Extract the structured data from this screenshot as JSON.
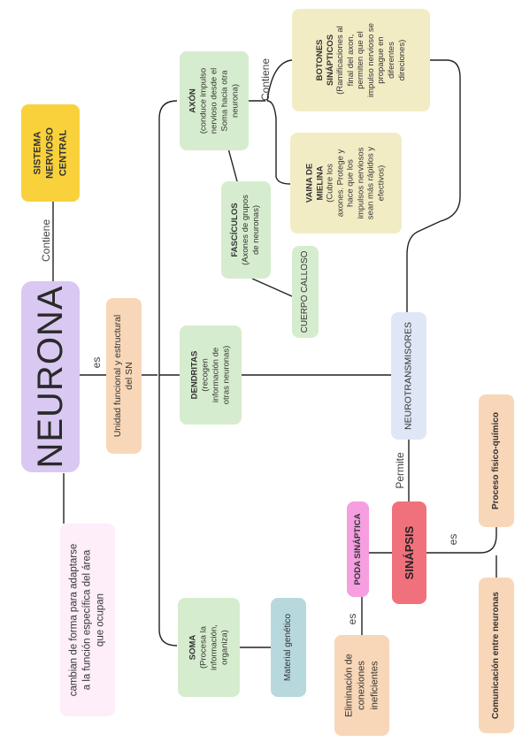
{
  "colors": {
    "neurona": "#d9c8f2",
    "sistema": "#f9d13b",
    "peach": "#f8d7b8",
    "green": "#d6ecce",
    "yellow": "#f2ecc5",
    "lavender": "#dfe7f7",
    "teal": "#b7d9de",
    "red": "#f0717b",
    "pink": "#f59ee0",
    "pinkLight": "#fdeefa",
    "line": "#222222"
  },
  "nodes": {
    "neurona": "NEURONA",
    "sistema": [
      "SISTEMA",
      "NERVIOSO",
      "CENTRAL"
    ],
    "unidad": [
      "Unidad funcional y estructural",
      "del SN"
    ],
    "cambian": [
      "cambian de forma para adaptarse",
      "a la función específica del área",
      "que ocupan"
    ],
    "axon_title": "AXÓN",
    "axon_desc": [
      "(conduce impulso",
      "nervioso desde el",
      "Soma hacia otra",
      "neurona)"
    ],
    "dendritas_title": "DENDRITAS",
    "dendritas_desc": [
      "(recogen",
      "información de",
      "otras neuronas)"
    ],
    "soma_title": "SOMA",
    "soma_desc": [
      "(Procesa la",
      "información,",
      "organiza)"
    ],
    "fasciculos_title": "FASCÍCULOS",
    "fasciculos_desc": [
      "(Axones de grupos",
      "de neuronas)"
    ],
    "cuerpo": "CUERPO CALLOSO",
    "botones_title": [
      "BOTONES",
      "SINÁPTICOS"
    ],
    "botones_desc": [
      "(Ramificaciones al",
      "final del axon,",
      "permiten que el",
      "impulso nervioso se",
      "propague en",
      "diferentes",
      "direciones)"
    ],
    "vaina_title": [
      "VAINA DE",
      "MIELINA"
    ],
    "vaina_desc": [
      "(Cubre los",
      "axones. Protege y",
      "hace que los",
      "impulsos nerviosos",
      "sean más rápidos y",
      "efectivos)"
    ],
    "neurotransmisores": "NEUROTRANSMISORES",
    "sinapsis": "SINÁPSIS",
    "poda": "PODA SINÁPTICA",
    "eliminacion": [
      "Eliminación de",
      "conexiones",
      "ineficientes"
    ],
    "proceso": "Proceso físico-químico",
    "comunicacion": "Comunicación entre neuronas",
    "material": "Material genético"
  },
  "labels": {
    "contiene_1": "Contiene",
    "contiene_2": "Contiene",
    "es_1": "es",
    "es_2": "es",
    "es_3": "es",
    "permite": "Permite"
  }
}
